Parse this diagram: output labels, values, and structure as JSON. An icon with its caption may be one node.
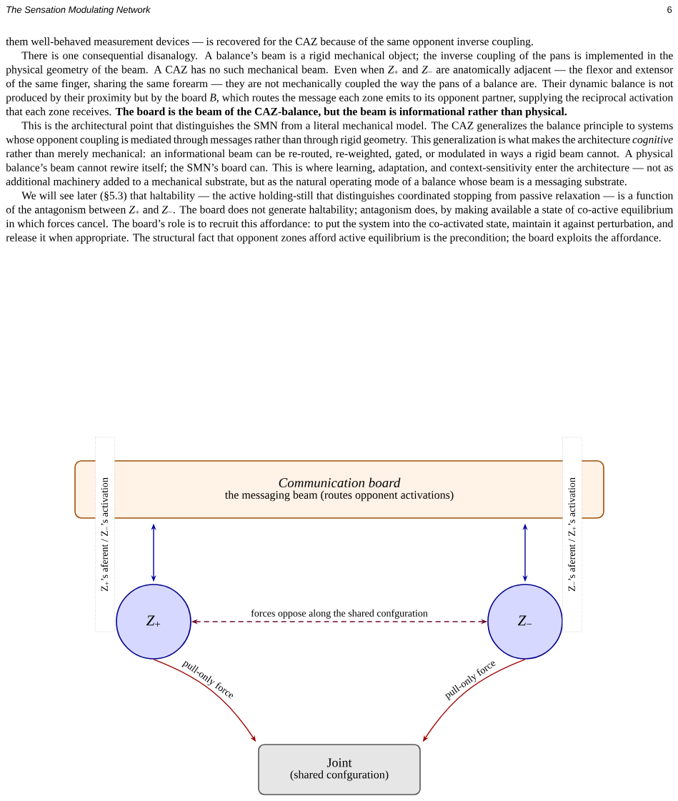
{
  "diagram": {
    "nodes": [
      {
        "text": [
          "Communication board",
          "the messaging beam (routes opponent activations)"
        ]
      },
      {
        "text": [
          "*Z*$_{+}$"
        ]
      },
      {
        "text": [
          "*Z*$_{−}$"
        ]
      },
      {
        "text": [
          "Joint",
          "(shared confguration)"
        ]
      },
      {
        "text": [
          "Z$_{+}$’s aferent / Z$_{−}$’s activation"
        ]
      },
      {
        "text": [
          "Z$_{−}$’s aferent / Z$_{+}$’s activation"
        ]
      }
    ],
    "edges": [
      {
        "from": 0,
        "to": 1,
        "arrow": "both",
        "color": "#00009c"
      },
      {
        "from": 0,
        "to": 2,
        "arrow": "both",
        "color": "#00009c"
      },
      {
        "from": 2,
        "to": 1,
        "arrow": "both",
        "style": "dashed",
        "color": "#6d0c2e",
        "label": "forces oppose along the shared confguration"
      },
      {
        "from": 1,
        "to": 3,
        "arrow": "to",
        "color": "#a00000",
        "label": "pull-only force"
      },
      {
        "from": 2,
        "to": 3,
        "arrow": "to",
        "color": "#a00000",
        "label": "pull-only force"
      }
    ],
    "labels": [
      "The Sensation Modulating Network",
      "6",
      "them well-behaved measurement devices — is recovered for the CAZ because of the same opponent inverse coupling.",
      "There is one consequential disanalogy. A balance’s beam is a rigid mechanical object; the inverse coupling of the pans is implemented in the physical geometry of the beam. A CAZ has no such mechanical beam. Even when *Z*$_{+}$ and *Z*$_{−}$ are anatomically adjacent — the flexor and extensor of the same finger, sharing the same forearm — they are not mechanically coupled the way the pans of a balance are. Their dynamic balance is not produced by their proximity but by the board *B*, which routes the message each zone emits to its opponent partner, supplying the reciprocal activation that each zone receives. **The board is the beam of the CAZ-balance, but the beam is informational rather than physical.**",
      "This is the architectural point that distinguishes the SMN from a literal mechanical model. The CAZ generalizes the balance principle to systems whose opponent coupling is mediated through messages rather than through rigid geometry. This generalization is what makes the architecture *cognitive* rather than merely mechanical: an informational beam can be re-routed, re-weighted, gated, or modulated in ways a rigid beam cannot. A physical balance’s beam cannot rewire itself; the SMN’s board can. This is where learning, adaptation, and context-sensitivity enter the architecture — not as additional machinery added to a mechanical substrate, but as the natural operating mode of a balance whose beam is a messaging substrate.",
      "We will see later (§5.3) that haltability — the active holding-still that distinguishes coordinated stopping from passive relaxation — is a function of the antagonism between *Z*$_{+}$ and *Z*$_{−}$. The board does not generate haltability; antagonism does, by making available a state of co-active equilibrium in which forces cancel. The board’s role is to recruit this affordance: to put the system into the co-activated state, maintain it against perturbation, and release it when appropriate. The structural fact that opponent zones afford active equilibrium is the precondition; the board exploits the affordance."
    ]
  }
}
